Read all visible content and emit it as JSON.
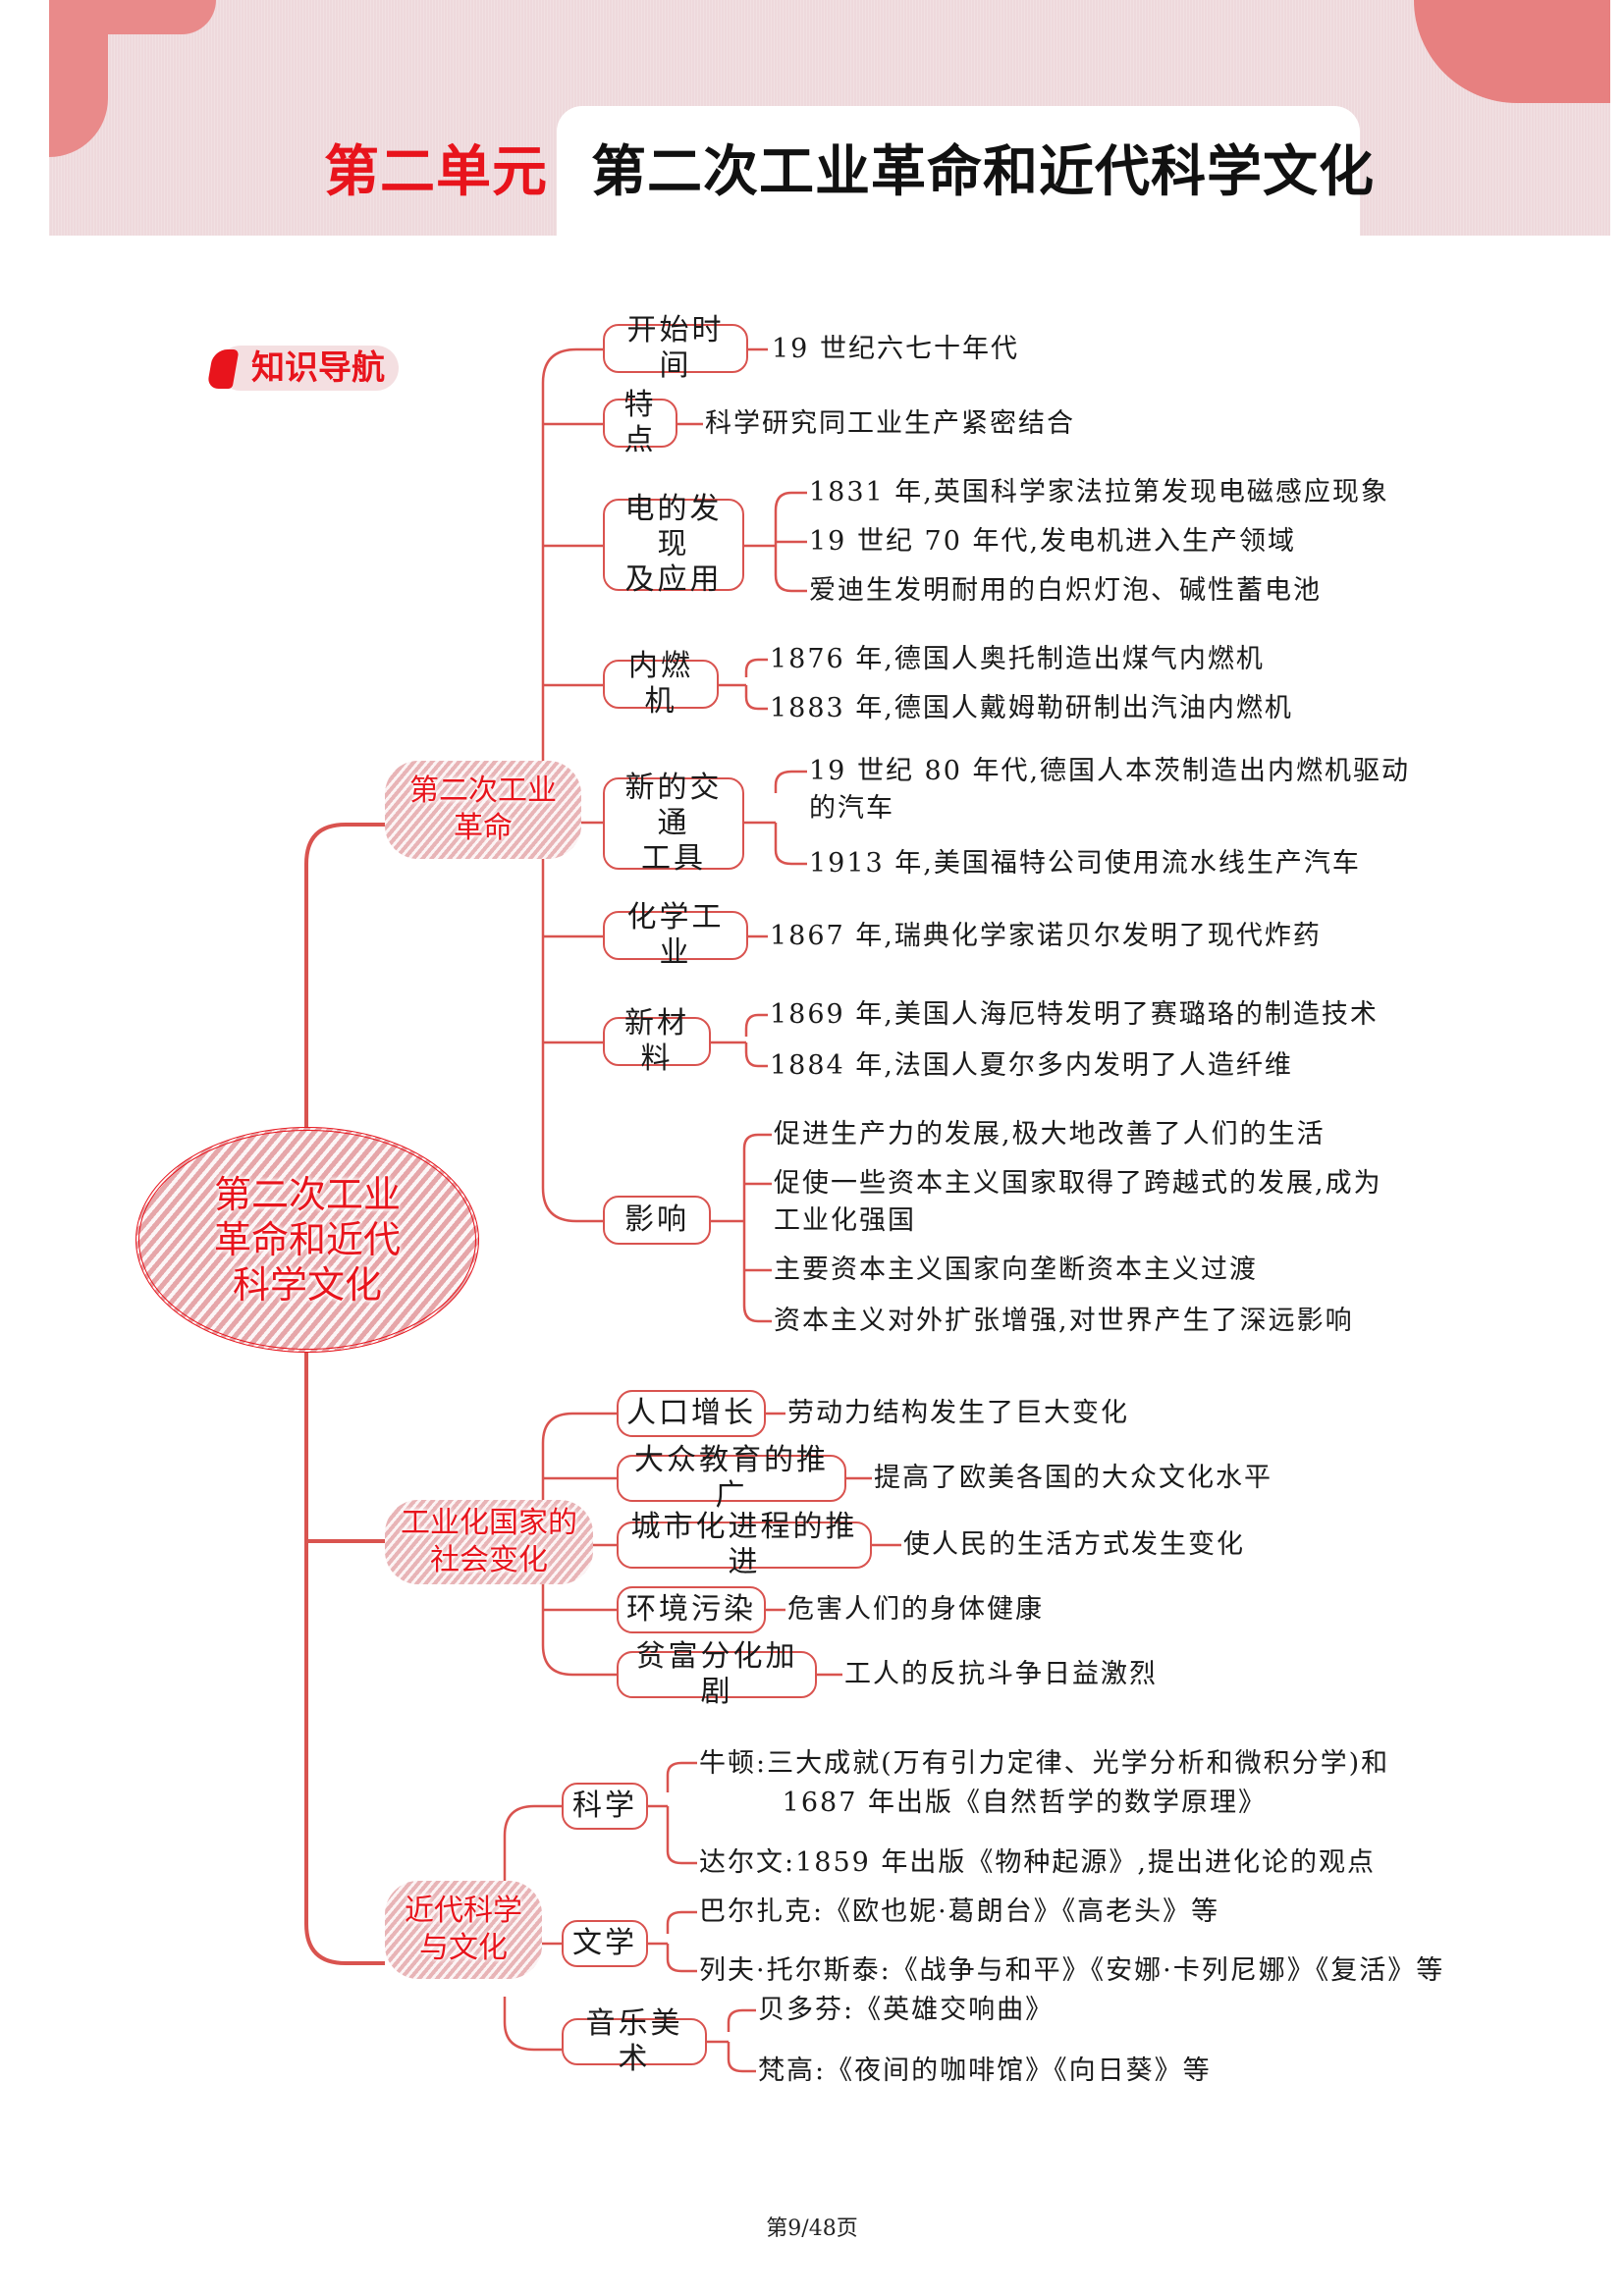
{
  "header": {
    "unit_label": "第二单元",
    "title": "第二次工业革命和近代科学文化"
  },
  "badge": {
    "label": "知识导航"
  },
  "root": {
    "label": "第二次工业\n革命和近代\n科学文化"
  },
  "branches": [
    {
      "label": "第二次工业\n革命",
      "children": [
        {
          "label": "开始时间",
          "items": [
            "19 世纪六七十年代"
          ]
        },
        {
          "label": "特点",
          "items": [
            "科学研究同工业生产紧密结合"
          ]
        },
        {
          "label": "电的发现\n及应用",
          "items": [
            "1831 年,英国科学家法拉第发现电磁感应现象",
            "19 世纪 70 年代,发电机进入生产领域",
            "爱迪生发明耐用的白炽灯泡、碱性蓄电池"
          ]
        },
        {
          "label": "内燃机",
          "items": [
            "1876 年,德国人奥托制造出煤气内燃机",
            "1883 年,德国人戴姆勒研制出汽油内燃机"
          ]
        },
        {
          "label": "新的交通\n工具",
          "items": [
            "19 世纪 80 年代,德国人本茨制造出内燃机驱动\n的汽车",
            "1913 年,美国福特公司使用流水线生产汽车"
          ]
        },
        {
          "label": "化学工业",
          "items": [
            "1867 年,瑞典化学家诺贝尔发明了现代炸药"
          ]
        },
        {
          "label": "新材料",
          "items": [
            "1869 年,美国人海厄特发明了赛璐珞的制造技术",
            "1884 年,法国人夏尔多内发明了人造纤维"
          ]
        },
        {
          "label": "影响",
          "items": [
            "促进生产力的发展,极大地改善了人们的生活",
            "促使一些资本主义国家取得了跨越式的发展,成为\n工业化强国",
            "主要资本主义国家向垄断资本主义过渡",
            "资本主义对外扩张增强,对世界产生了深远影响"
          ]
        }
      ]
    },
    {
      "label": "工业化国家的\n社会变化",
      "children": [
        {
          "label": "人口增长",
          "items": [
            "劳动力结构发生了巨大变化"
          ]
        },
        {
          "label": "大众教育的推广",
          "items": [
            "提高了欧美各国的大众文化水平"
          ]
        },
        {
          "label": "城市化进程的推进",
          "items": [
            "使人民的生活方式发生变化"
          ]
        },
        {
          "label": "环境污染",
          "items": [
            "危害人们的身体健康"
          ]
        },
        {
          "label": "贫富分化加剧",
          "items": [
            "工人的反抗斗争日益激烈"
          ]
        }
      ]
    },
    {
      "label": "近代科学\n与文化",
      "children": [
        {
          "label": "科学",
          "items": [
            "牛顿:三大成就(万有引力定律、光学分析和微积分学)和\n        1687 年出版《自然哲学的数学原理》",
            "达尔文:1859 年出版《物种起源》,提出进化论的观点"
          ]
        },
        {
          "label": "文学",
          "items": [
            "巴尔扎克:《欧也妮·葛朗台》《高老头》等",
            "列夫·托尔斯泰:《战争与和平》《安娜·卡列尼娜》《复活》等"
          ]
        },
        {
          "label": "音乐美术",
          "items": [
            "贝多芬:《英雄交响曲》",
            "梵高:《夜间的咖啡馆》《向日葵》等"
          ]
        }
      ]
    }
  ],
  "footer": {
    "page_indicator": "第9/48页"
  },
  "colors": {
    "accent_red": "#e8141c",
    "line_red": "#d9534f",
    "header_pink": "#eed9dc"
  }
}
